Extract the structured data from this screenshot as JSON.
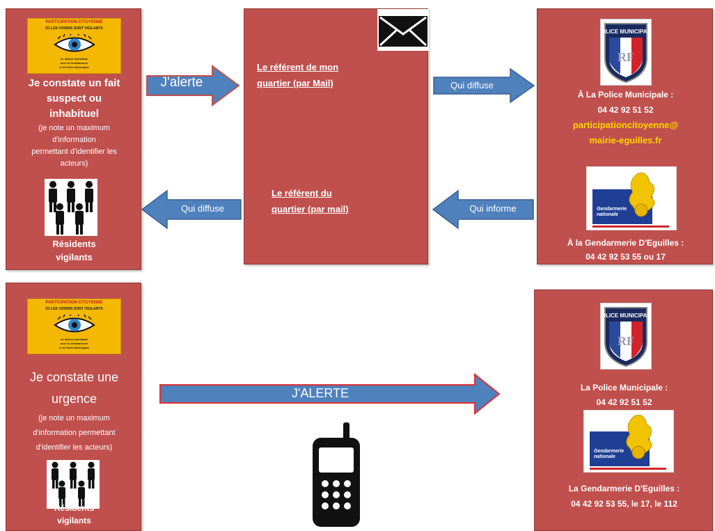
{
  "colors": {
    "box": "#c0504d",
    "arrow": "#4f81bd",
    "yellow_text": "#ffd400",
    "badge": "#f5b800"
  },
  "badge": {
    "title": "PARTICIPATION CITOYENNE",
    "subtitle": "ICI LES VOISINS SONT VIGILANTS",
    "footer": [
      "en liaison immédiate",
      "avec la Gendarmerie",
      "et la Police Municipale"
    ]
  },
  "top": {
    "left_box": {
      "heading_lines": [
        "Je constate un fait",
        "suspect ou",
        "inhabituel"
      ],
      "note_lines": [
        "(je note un maximum",
        "d'information",
        "permettant d'identifier les",
        "acteurs)"
      ],
      "residents_lines": [
        "Résidents",
        "vigilants"
      ]
    },
    "middle_box": {
      "mail_lines": [
        "Le référent de mon",
        "quartier  (par Mail)"
      ],
      "referent_lines": [
        "Le référent  du",
        "quartier (par mail)"
      ]
    },
    "right_box": {
      "police_lines": [
        "À La Police Municipale :",
        "04 42 92 51 52"
      ],
      "email_lines": [
        "participationcitoyenne@",
        "mairie-eguilles.fr"
      ],
      "gendarmerie_lines": [
        "À la Gendarmerie D'Eguilles :",
        "04 42 92 53 55 ou 17"
      ]
    },
    "arrows": {
      "alerte": "J'alerte",
      "qui_diffuse_right": "Qui diffuse",
      "qui_diffuse_left": "Qui diffuse",
      "qui_informe": "Qui informe"
    }
  },
  "bottom": {
    "left_box": {
      "heading_lines": [
        "Je constate une",
        "urgence"
      ],
      "note_lines": [
        "(je note un maximum",
        "d'information permettant",
        "d'identifier les acteurs)"
      ],
      "residents_lines": [
        "Résidents",
        "vigilants"
      ]
    },
    "right_box": {
      "police_lines": [
        "La Police Municipale :",
        "04 42 92 51 52"
      ],
      "gendarmerie_lines": [
        "La Gendarmerie D'Eguilles :",
        "04 42 92 53 55, le 17, le 112"
      ]
    },
    "arrow_label": "J'ALERTE"
  },
  "logos": {
    "police_badge_text": "POLICE MUNICIPALE",
    "gendarmerie_text_lines": [
      "Gendarmerie",
      "nationale"
    ]
  },
  "icons": [
    "eye-icon",
    "envelope-icon",
    "police-badge-icon",
    "gendarmerie-logo-icon",
    "people-icon",
    "mobile-phone-icon"
  ]
}
